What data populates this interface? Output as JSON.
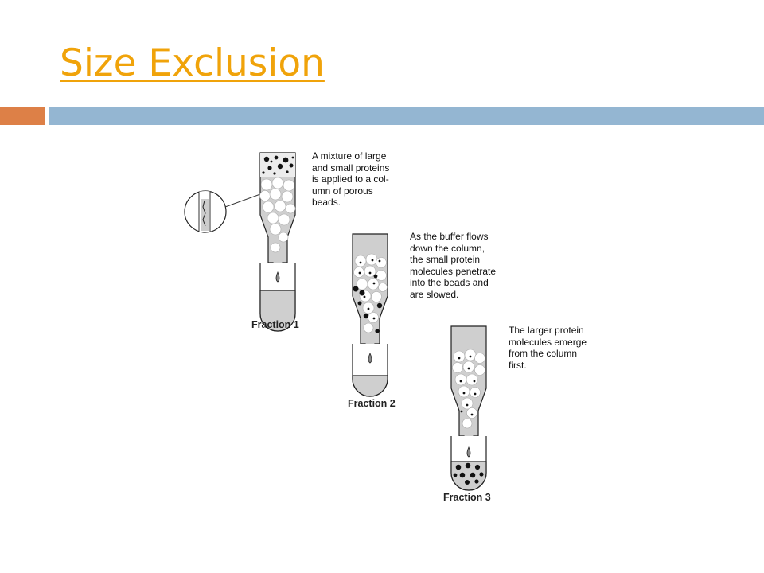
{
  "slide": {
    "title": "Size Exclusion",
    "accent_colors": {
      "title": "#f0a30a",
      "bar_left": "#dd8047",
      "bar_right": "#94b6d2"
    }
  },
  "diagram": {
    "captions": [
      "A mixture of large\nand small proteins\nis applied to a col-\numn of porous\nbeads.",
      "As the buffer flows\ndown the column,\nthe small protein\nmolecules penetrate\ninto the beads and\nare slowed.",
      "The larger protein\nmolecules emerge\nfrom the column\nfirst."
    ],
    "fractions": [
      "Fraction 1",
      "Fraction 2",
      "Fraction 3"
    ]
  }
}
